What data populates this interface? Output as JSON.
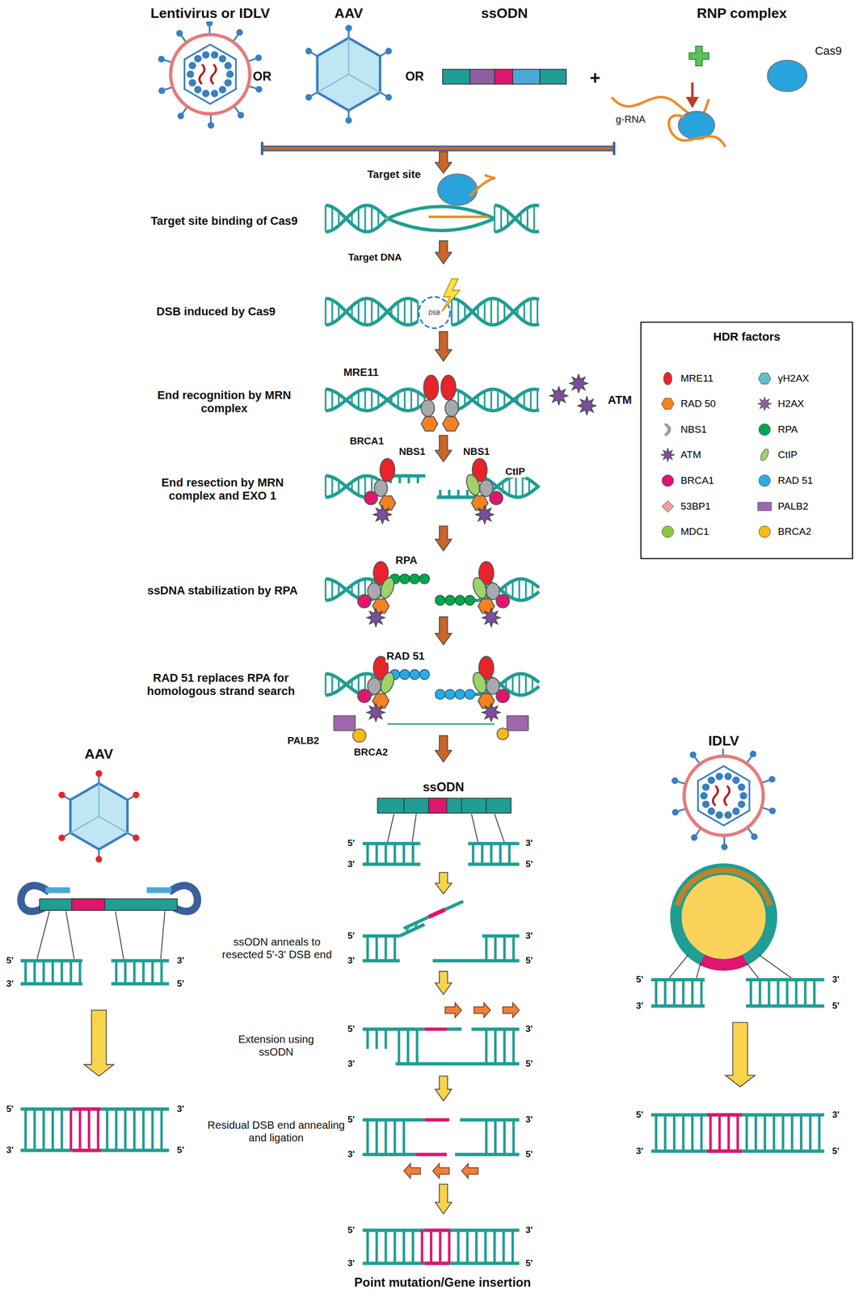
{
  "diagram": {
    "nodes": [
      {
        "text": [
          "HDR factors"
        ]
      }
    ],
    "labels": [
      "Lentivirus or IDLV",
      "AAV",
      "ssODN",
      "RNP complex",
      "OR",
      "OR",
      "+",
      "g-RNA",
      "Cas9",
      "Target site",
      "Target site binding of Cas9",
      "Target DNA",
      "DSB induced by Cas9",
      "DSB",
      "MRE11",
      "End recognition by MRN complex",
      "ATM",
      "BRCA1",
      "NBS1",
      "NBS1",
      "End resection by MRN complex and EXO 1",
      "CtIP",
      "RPA",
      "ssDNA stabilization by RPA",
      "RAD 51",
      "RAD 51 replaces RPA for homologous strand search",
      "PALB2",
      "BRCA2",
      "AAV",
      "ssODN",
      "IDLV",
      "ssODN anneals to resected 5'-3' DSB end",
      "Extension using ssODN",
      "Residual DSB end annealing and ligation",
      "Point mutation/Gene insertion",
      "5'",
      "3'",
      "3'",
      "5'",
      "5'",
      "3'",
      "3'",
      "5'",
      "5'",
      "3'",
      "3'",
      "5'",
      "5'",
      "3'",
      "3'",
      "5'",
      "5'",
      "3'",
      "3'",
      "5'",
      "5'",
      "3'",
      "3'",
      "5'",
      "5'",
      "3'",
      "3'",
      "5'",
      "5'",
      "3'",
      "3'",
      "5'",
      "5'",
      "3'",
      "3'",
      "5'"
    ],
    "legend": [
      {
        "text": "MRE11",
        "color": "#e8232a"
      },
      {
        "text": "RAD 50",
        "color": "#f58220"
      },
      {
        "text": "NBS1",
        "color": "#a7a9ac"
      },
      {
        "text": "ATM",
        "color": "#7b4fa0"
      },
      {
        "text": "BRCA1",
        "color": "#e0156d"
      },
      {
        "text": "53BP1",
        "color": "#f49ca0"
      },
      {
        "text": "MDC1",
        "color": "#8cc63f"
      },
      {
        "text": "γH2AX",
        "color": "#5bc0c8"
      },
      {
        "text": "H2AX",
        "color": "#8e5ea2"
      },
      {
        "text": "RPA",
        "color": "#00a651"
      },
      {
        "text": "CtIP",
        "color": "#9fd36a"
      },
      {
        "text": "RAD 51",
        "color": "#29abe2"
      },
      {
        "text": "PALB2",
        "color": "#a066b0"
      },
      {
        "text": "BRCA2",
        "color": "#fdb913"
      }
    ]
  }
}
